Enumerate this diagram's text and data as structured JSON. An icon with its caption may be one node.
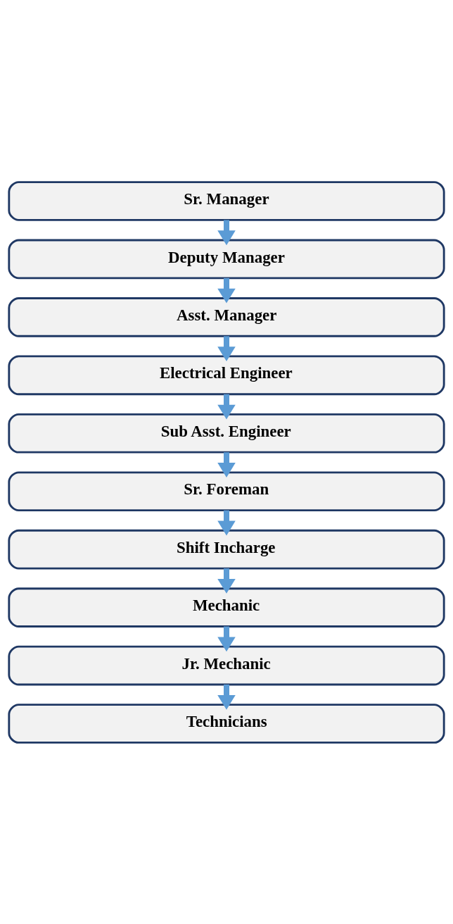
{
  "diagram": {
    "nodes": [
      {
        "text": [
          "Sr. Manager"
        ]
      },
      {
        "text": [
          "Deputy Manager"
        ]
      },
      {
        "text": [
          "Asst. Manager"
        ]
      },
      {
        "text": [
          "Electrical Engineer"
        ]
      },
      {
        "text": [
          "Sub Asst. Engineer"
        ]
      },
      {
        "text": [
          "Sr. Foreman"
        ]
      },
      {
        "text": [
          "Shift Incharge"
        ]
      },
      {
        "text": [
          "Mechanic"
        ]
      },
      {
        "text": [
          "Jr. Mechanic"
        ]
      },
      {
        "text": [
          "Technicians"
        ]
      }
    ],
    "edges": [
      {
        "from": 0,
        "to": 1,
        "arrow": "to"
      },
      {
        "from": 1,
        "to": 2,
        "arrow": "to"
      },
      {
        "from": 2,
        "to": 3,
        "arrow": "to"
      },
      {
        "from": 3,
        "to": 4,
        "arrow": "to"
      },
      {
        "from": 4,
        "to": 5,
        "arrow": "to"
      },
      {
        "from": 5,
        "to": 6,
        "arrow": "to"
      },
      {
        "from": 6,
        "to": 7,
        "arrow": "to"
      },
      {
        "from": 7,
        "to": 8,
        "arrow": "to"
      },
      {
        "from": 8,
        "to": 9,
        "arrow": "to"
      }
    ]
  }
}
